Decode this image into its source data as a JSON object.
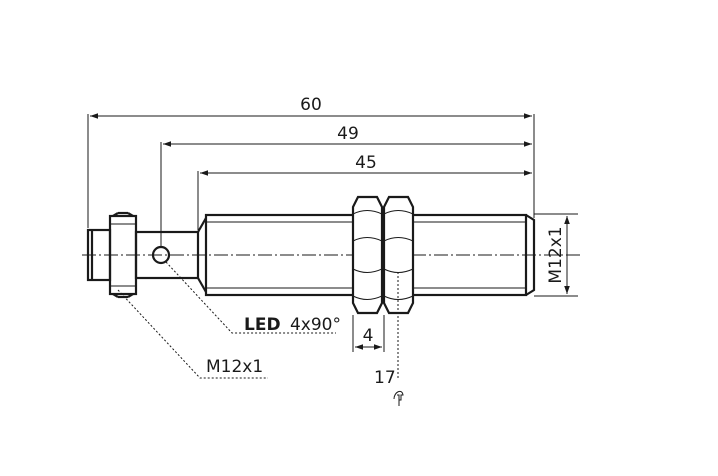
{
  "dimensions": {
    "overall_length": "60",
    "thread_length_to_led": "49",
    "thread_length": "45",
    "nut_width": "4",
    "wrench_size": "17",
    "thread_size_right": "M12x1",
    "thread_size_connector": "M12x1"
  },
  "labels": {
    "led_word": "LED",
    "led_spec": "4x90°"
  },
  "icons": {
    "wrench": "wrench-icon"
  }
}
